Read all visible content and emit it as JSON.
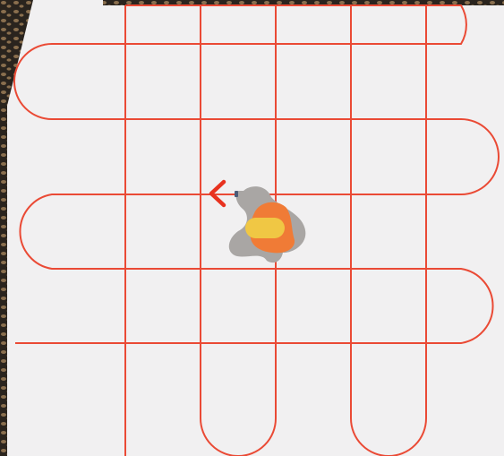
{
  "diagram": {
    "kind": "grid-search-pattern",
    "colors": {
      "panel_background": "#f1f0f1",
      "track_line": "#ea4a35",
      "direction_arrow": "#e8321f",
      "searcher_gray": "#a9a6a4",
      "searcher_orange": "#f07b36",
      "searcher_yellow": "#f0c744",
      "photo_dark": "#2a241e",
      "photo_earth": "#8a6f4e"
    },
    "icons": {
      "heading_marker": "chevron-left-arrow-icon",
      "searcher": "searcher-blob-icon"
    },
    "pattern": {
      "horizontal_passes": 5,
      "vertical_passes": 5,
      "turn_direction_start": "right",
      "initial_heading": "left"
    }
  }
}
